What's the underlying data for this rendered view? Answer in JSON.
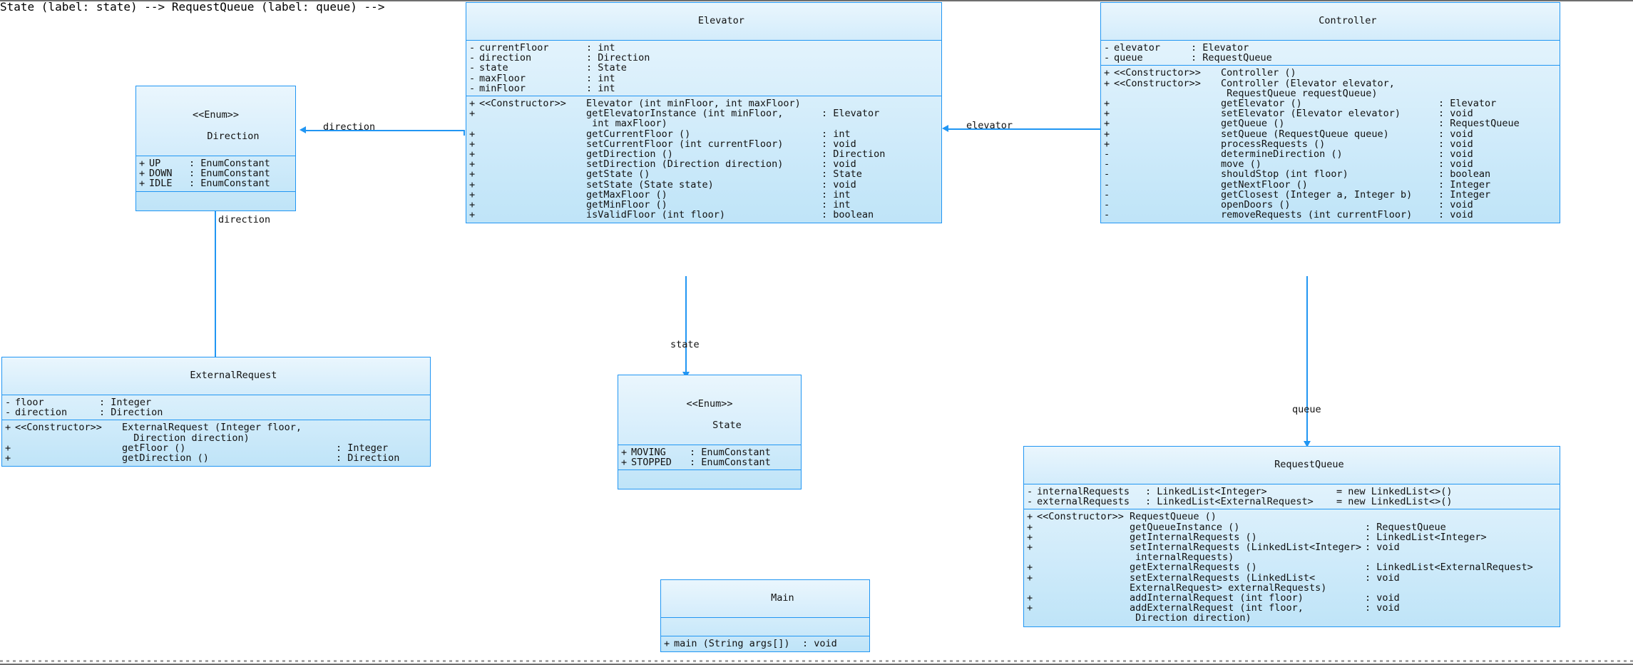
{
  "diagram": {
    "kind": "uml-class-diagram",
    "accent_color": "#2196f3",
    "fill_color_top": "#eaf6fd",
    "fill_color_bottom": "#bfe4f8",
    "frame_color": "#6e6e6e"
  },
  "classes": {
    "elevator": {
      "name": "Elevator",
      "attributes": [
        {
          "vis": "-",
          "name": "currentFloor",
          "type": ": int"
        },
        {
          "vis": "-",
          "name": "direction",
          "type": ": Direction"
        },
        {
          "vis": "-",
          "name": "state",
          "type": ": State"
        },
        {
          "vis": "-",
          "name": "maxFloor",
          "type": ": int"
        },
        {
          "vis": "-",
          "name": "minFloor",
          "type": ": int"
        }
      ],
      "operations": [
        {
          "vis": "+",
          "stereo": "<<Constructor>>",
          "sig": "Elevator (int minFloor, int maxFloor)",
          "ret": ""
        },
        {
          "vis": "+",
          "stereo": "",
          "sig": "getElevatorInstance (int minFloor,",
          "ret": ": Elevator"
        },
        {
          "vis": "",
          "stereo": "",
          "sig": " int maxFloor)",
          "ret": ""
        },
        {
          "vis": "+",
          "stereo": "",
          "sig": "getCurrentFloor ()",
          "ret": ": int"
        },
        {
          "vis": "+",
          "stereo": "",
          "sig": "setCurrentFloor (int currentFloor)",
          "ret": ": void"
        },
        {
          "vis": "+",
          "stereo": "",
          "sig": "getDirection ()",
          "ret": ": Direction"
        },
        {
          "vis": "+",
          "stereo": "",
          "sig": "setDirection (Direction direction)",
          "ret": ": void"
        },
        {
          "vis": "+",
          "stereo": "",
          "sig": "getState ()",
          "ret": ": State"
        },
        {
          "vis": "+",
          "stereo": "",
          "sig": "setState (State state)",
          "ret": ": void"
        },
        {
          "vis": "+",
          "stereo": "",
          "sig": "getMaxFloor ()",
          "ret": ": int"
        },
        {
          "vis": "+",
          "stereo": "",
          "sig": "getMinFloor ()",
          "ret": ": int"
        },
        {
          "vis": "+",
          "stereo": "",
          "sig": "isValidFloor (int floor)",
          "ret": ": boolean"
        }
      ]
    },
    "controller": {
      "name": "Controller",
      "attributes": [
        {
          "vis": "-",
          "name": "elevator",
          "type": ": Elevator"
        },
        {
          "vis": "-",
          "name": "queue",
          "type": ": RequestQueue"
        }
      ],
      "operations": [
        {
          "vis": "+",
          "stereo": "<<Constructor>>",
          "sig": "Controller ()",
          "ret": ""
        },
        {
          "vis": "+",
          "stereo": "<<Constructor>>",
          "sig": "Controller (Elevator elevator,",
          "ret": ""
        },
        {
          "vis": "",
          "stereo": "",
          "sig": " RequestQueue requestQueue)",
          "ret": ""
        },
        {
          "vis": "+",
          "stereo": "",
          "sig": "getElevator ()",
          "ret": ": Elevator"
        },
        {
          "vis": "+",
          "stereo": "",
          "sig": "setElevator (Elevator elevator)",
          "ret": ": void"
        },
        {
          "vis": "+",
          "stereo": "",
          "sig": "getQueue ()",
          "ret": ": RequestQueue"
        },
        {
          "vis": "+",
          "stereo": "",
          "sig": "setQueue (RequestQueue queue)",
          "ret": ": void"
        },
        {
          "vis": "+",
          "stereo": "",
          "sig": "processRequests ()",
          "ret": ": void"
        },
        {
          "vis": "-",
          "stereo": "",
          "sig": "determineDirection ()",
          "ret": ": void"
        },
        {
          "vis": "-",
          "stereo": "",
          "sig": "move ()",
          "ret": ": void"
        },
        {
          "vis": "-",
          "stereo": "",
          "sig": "shouldStop (int floor)",
          "ret": ": boolean"
        },
        {
          "vis": "-",
          "stereo": "",
          "sig": "getNextFloor ()",
          "ret": ": Integer"
        },
        {
          "vis": "-",
          "stereo": "",
          "sig": "getClosest (Integer a, Integer b)",
          "ret": ": Integer"
        },
        {
          "vis": "-",
          "stereo": "",
          "sig": "openDoors ()",
          "ret": ": void"
        },
        {
          "vis": "-",
          "stereo": "",
          "sig": "removeRequests (int currentFloor)",
          "ret": ": void"
        }
      ]
    },
    "request_queue": {
      "name": "RequestQueue",
      "attributes": [
        {
          "vis": "-",
          "name": "internalRequests",
          "type": ": LinkedList<Integer>",
          "init": "= new LinkedList<>()"
        },
        {
          "vis": "-",
          "name": "externalRequests",
          "type": ": LinkedList<ExternalRequest>",
          "init": "= new LinkedList<>()"
        }
      ],
      "operations": [
        {
          "vis": "+",
          "stereo": "<<Constructor>>",
          "sig": "RequestQueue ()",
          "ret": ""
        },
        {
          "vis": "+",
          "stereo": "",
          "sig": "getQueueInstance ()",
          "ret": ": RequestQueue"
        },
        {
          "vis": "+",
          "stereo": "",
          "sig": "getInternalRequests ()",
          "ret": ": LinkedList<Integer>"
        },
        {
          "vis": "+",
          "stereo": "",
          "sig": "setInternalRequests (LinkedList<Integer>",
          "ret": ": void"
        },
        {
          "vis": "",
          "stereo": "",
          "sig": " internalRequests)",
          "ret": ""
        },
        {
          "vis": "+",
          "stereo": "",
          "sig": "getExternalRequests ()",
          "ret": ": LinkedList<ExternalRequest>"
        },
        {
          "vis": "+",
          "stereo": "",
          "sig": "setExternalRequests (LinkedList<",
          "ret": ": void"
        },
        {
          "vis": "",
          "stereo": "",
          "sig": "ExternalRequest> externalRequests)",
          "ret": ""
        },
        {
          "vis": "+",
          "stereo": "",
          "sig": "addInternalRequest (int floor)",
          "ret": ": void"
        },
        {
          "vis": "+",
          "stereo": "",
          "sig": "addExternalRequest (int floor,",
          "ret": ": void"
        },
        {
          "vis": "",
          "stereo": "",
          "sig": " Direction direction)",
          "ret": ""
        }
      ]
    },
    "external_request": {
      "name": "ExternalRequest",
      "attributes": [
        {
          "vis": "-",
          "name": "floor",
          "type": ": Integer"
        },
        {
          "vis": "-",
          "name": "direction",
          "type": ": Direction"
        }
      ],
      "operations": [
        {
          "vis": "+",
          "stereo": "<<Constructor>>",
          "sig": "ExternalRequest (Integer floor,",
          "ret": ""
        },
        {
          "vis": "",
          "stereo": "",
          "sig": "  Direction direction)",
          "ret": ""
        },
        {
          "vis": "+",
          "stereo": "",
          "sig": "getFloor ()",
          "ret": ": Integer"
        },
        {
          "vis": "+",
          "stereo": "",
          "sig": "getDirection ()",
          "ret": ": Direction"
        }
      ]
    },
    "direction": {
      "stereotype": "<<Enum>>",
      "name": "Direction",
      "attributes": [
        {
          "vis": "+",
          "name": "UP",
          "type": ": EnumConstant"
        },
        {
          "vis": "+",
          "name": "DOWN",
          "type": ": EnumConstant"
        },
        {
          "vis": "+",
          "name": "IDLE",
          "type": ": EnumConstant"
        }
      ],
      "operations": []
    },
    "state": {
      "stereotype": "<<Enum>>",
      "name": "State",
      "attributes": [
        {
          "vis": "+",
          "name": "MOVING",
          "type": ": EnumConstant"
        },
        {
          "vis": "+",
          "name": "STOPPED",
          "type": ": EnumConstant"
        }
      ],
      "operations": []
    },
    "main": {
      "name": "Main",
      "attributes": [],
      "operations": [
        {
          "vis": "+",
          "stereo": "",
          "sig": "main (String args[])",
          "ret": ": void"
        }
      ]
    }
  },
  "edge_labels": {
    "direction_elevator": "direction",
    "direction_external": "direction",
    "elevator_controller": "elevator",
    "state": "state",
    "queue": "queue"
  }
}
